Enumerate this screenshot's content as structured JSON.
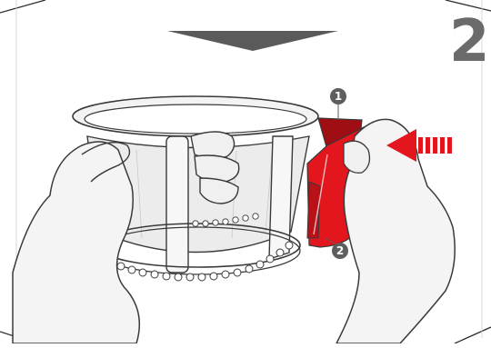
{
  "illustration": {
    "step_number": "2",
    "callouts": [
      {
        "label": "1"
      },
      {
        "label": "2"
      }
    ],
    "colors": {
      "part_red": "#e3161d",
      "part_dark_red": "#9e0e13",
      "arrow_red": "#e3161d",
      "triangle_gray": "#5a5a5a",
      "outline": "#3a3a3a",
      "fill_light": "#f0f0f0"
    },
    "icons": [
      "down-triangle-icon",
      "push-arrow-icon"
    ]
  }
}
